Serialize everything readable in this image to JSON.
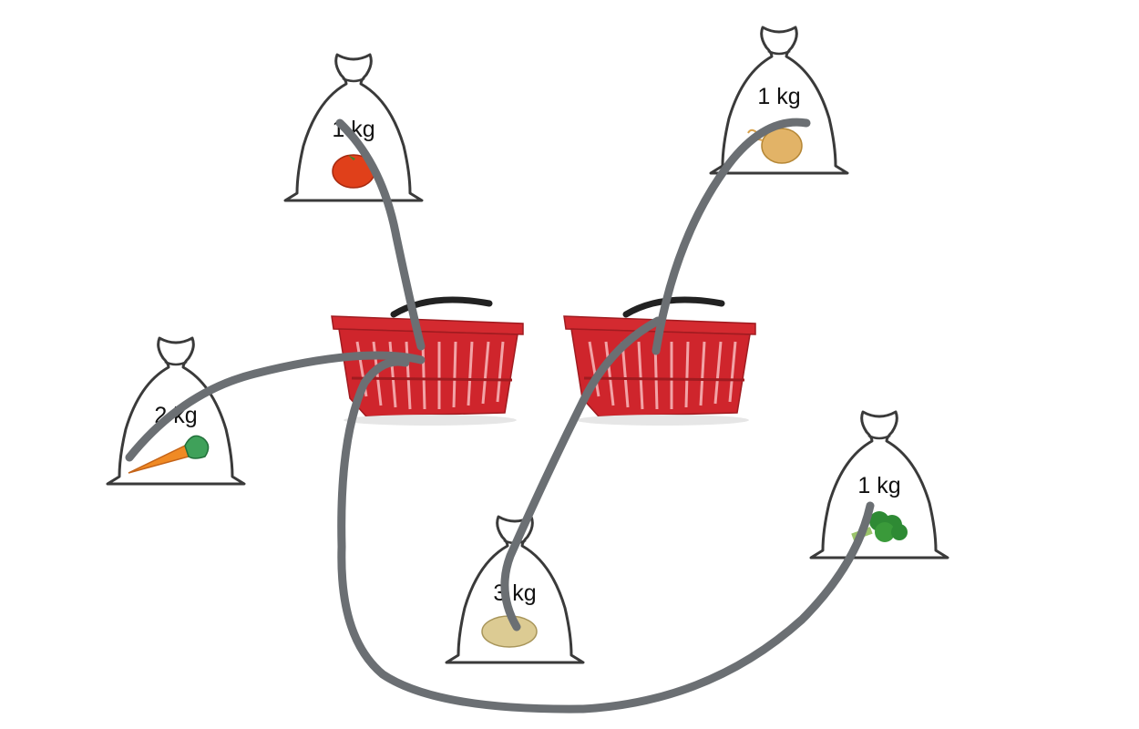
{
  "bags": [
    {
      "id": "tomato",
      "label": "1 kg",
      "item": "tomato-icon"
    },
    {
      "id": "onion",
      "label": "1 kg",
      "item": "onion-icon"
    },
    {
      "id": "carrot",
      "label": "2 kg",
      "item": "carrot-icon"
    },
    {
      "id": "potato",
      "label": "3 kg",
      "item": "potato-icon"
    },
    {
      "id": "broccoli",
      "label": "1 kg",
      "item": "broccoli-icon"
    }
  ],
  "baskets": [
    {
      "id": "left",
      "icon": "shopping-basket-icon"
    },
    {
      "id": "right",
      "icon": "shopping-basket-icon"
    }
  ],
  "colors": {
    "bag_outline": "#3a3a3a",
    "basket": "#d42a30",
    "line": "#6b6f73"
  }
}
